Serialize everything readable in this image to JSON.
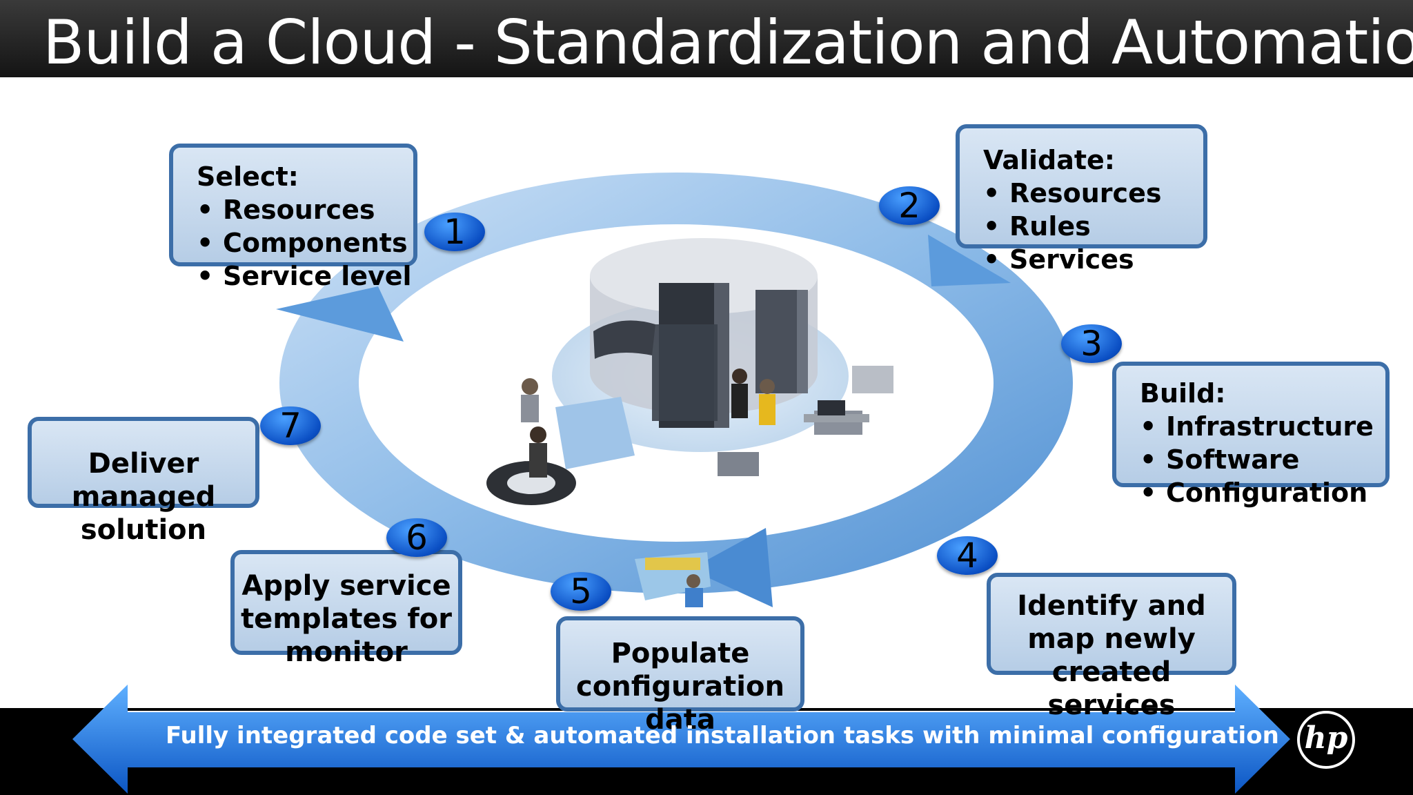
{
  "title": "Build a Cloud - Standardization and Automation",
  "steps": [
    {
      "number": "1",
      "heading": "Select:",
      "items": [
        "Resources",
        "Components",
        "Service level"
      ]
    },
    {
      "number": "2",
      "heading": "Validate:",
      "items": [
        "Resources",
        "Rules",
        "Services"
      ]
    },
    {
      "number": "3",
      "heading": "Build:",
      "items": [
        "Infrastructure",
        "Software",
        "Configuration"
      ]
    },
    {
      "number": "4",
      "label": "Identify and map newly created services"
    },
    {
      "number": "5",
      "label": "Populate configuration data"
    },
    {
      "number": "6",
      "label": "Apply service templates for monitor"
    },
    {
      "number": "7",
      "label": "Deliver managed solution"
    }
  ],
  "footer": "Fully integrated code set & automated installation tasks with minimal configuration",
  "logo": "hp",
  "colors": {
    "box_border": "#3c6ea8",
    "box_fill": "#c9daee",
    "badge": "#0b4fc4",
    "ring": "#6fa8dc",
    "footer_arrow": "#1f6fd6"
  }
}
